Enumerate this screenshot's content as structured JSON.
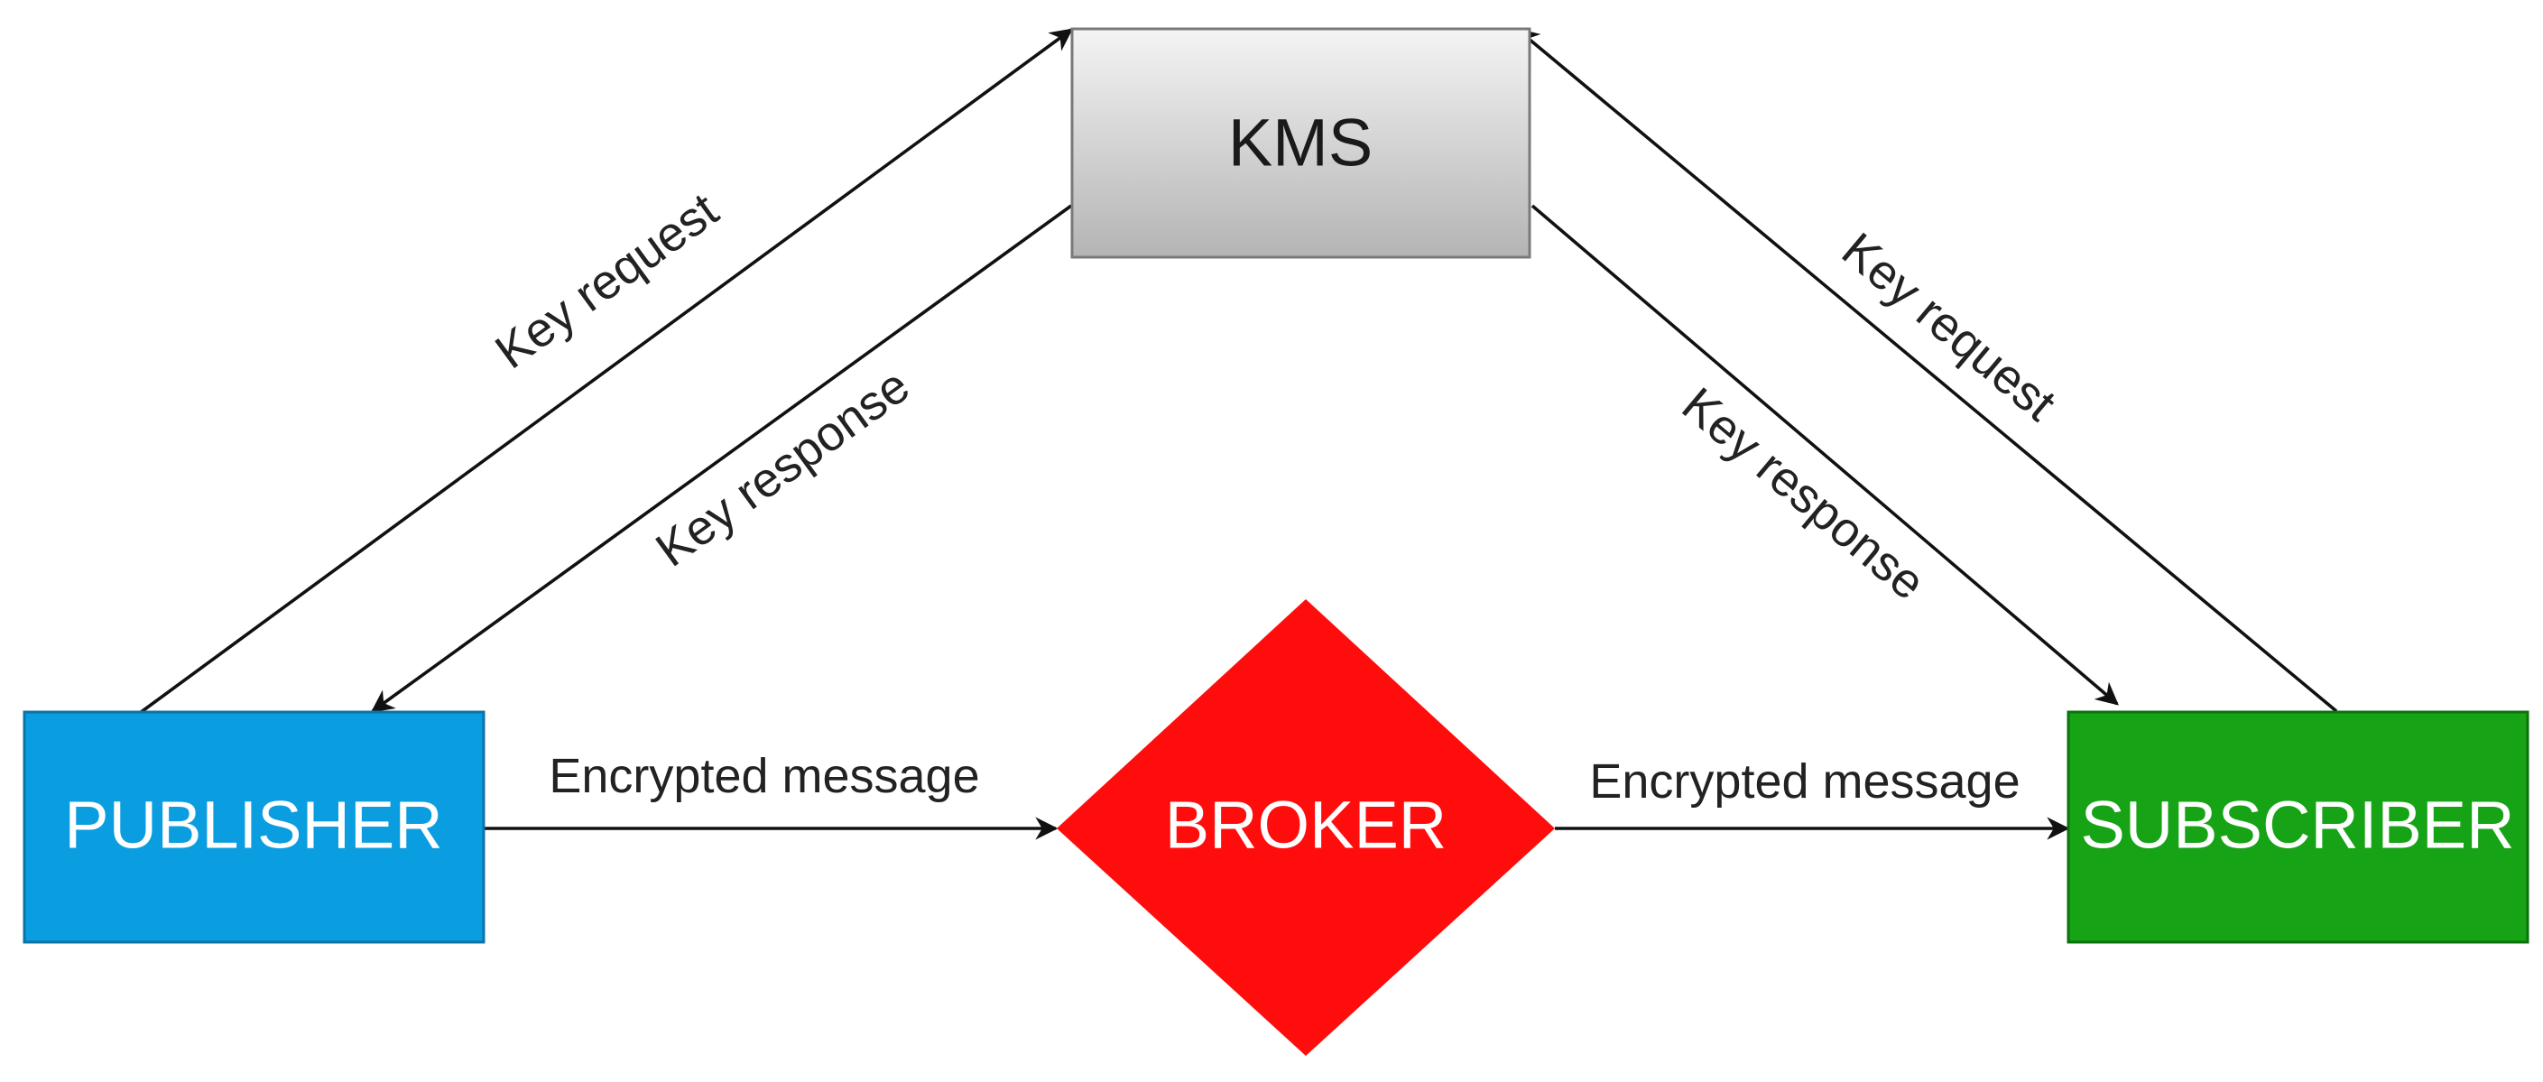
{
  "nodes": {
    "kms": {
      "label": "KMS",
      "text_color": "#1a1a1a",
      "fill_top": "#f4f4f4",
      "fill_bottom": "#b4b4b4",
      "stroke": "#7a7a7a"
    },
    "publisher": {
      "label": "PUBLISHER",
      "text_color": "#ffffff",
      "fill": "#0a9ee0",
      "stroke": "#0b73a8"
    },
    "broker": {
      "label": "BROKER",
      "text_color": "#ffffff",
      "fill": "#ff0d0d"
    },
    "subscriber": {
      "label": "SUBSCRIBER",
      "text_color": "#ffffff",
      "fill": "#16a316",
      "stroke": "#0c730c"
    }
  },
  "edges": {
    "publisher_to_kms": {
      "label": "Key request",
      "from": "PUBLISHER",
      "to": "KMS"
    },
    "kms_to_publisher": {
      "label": "Key response",
      "from": "KMS",
      "to": "PUBLISHER"
    },
    "subscriber_to_kms": {
      "label": "Key request",
      "from": "SUBSCRIBER",
      "to": "KMS"
    },
    "kms_to_subscriber": {
      "label": "Key response",
      "from": "KMS",
      "to": "SUBSCRIBER"
    },
    "publisher_to_broker": {
      "label": "Encrypted message",
      "from": "PUBLISHER",
      "to": "BROKER"
    },
    "broker_to_subscriber": {
      "label": "Encrypted message",
      "from": "BROKER",
      "to": "SUBSCRIBER"
    }
  }
}
